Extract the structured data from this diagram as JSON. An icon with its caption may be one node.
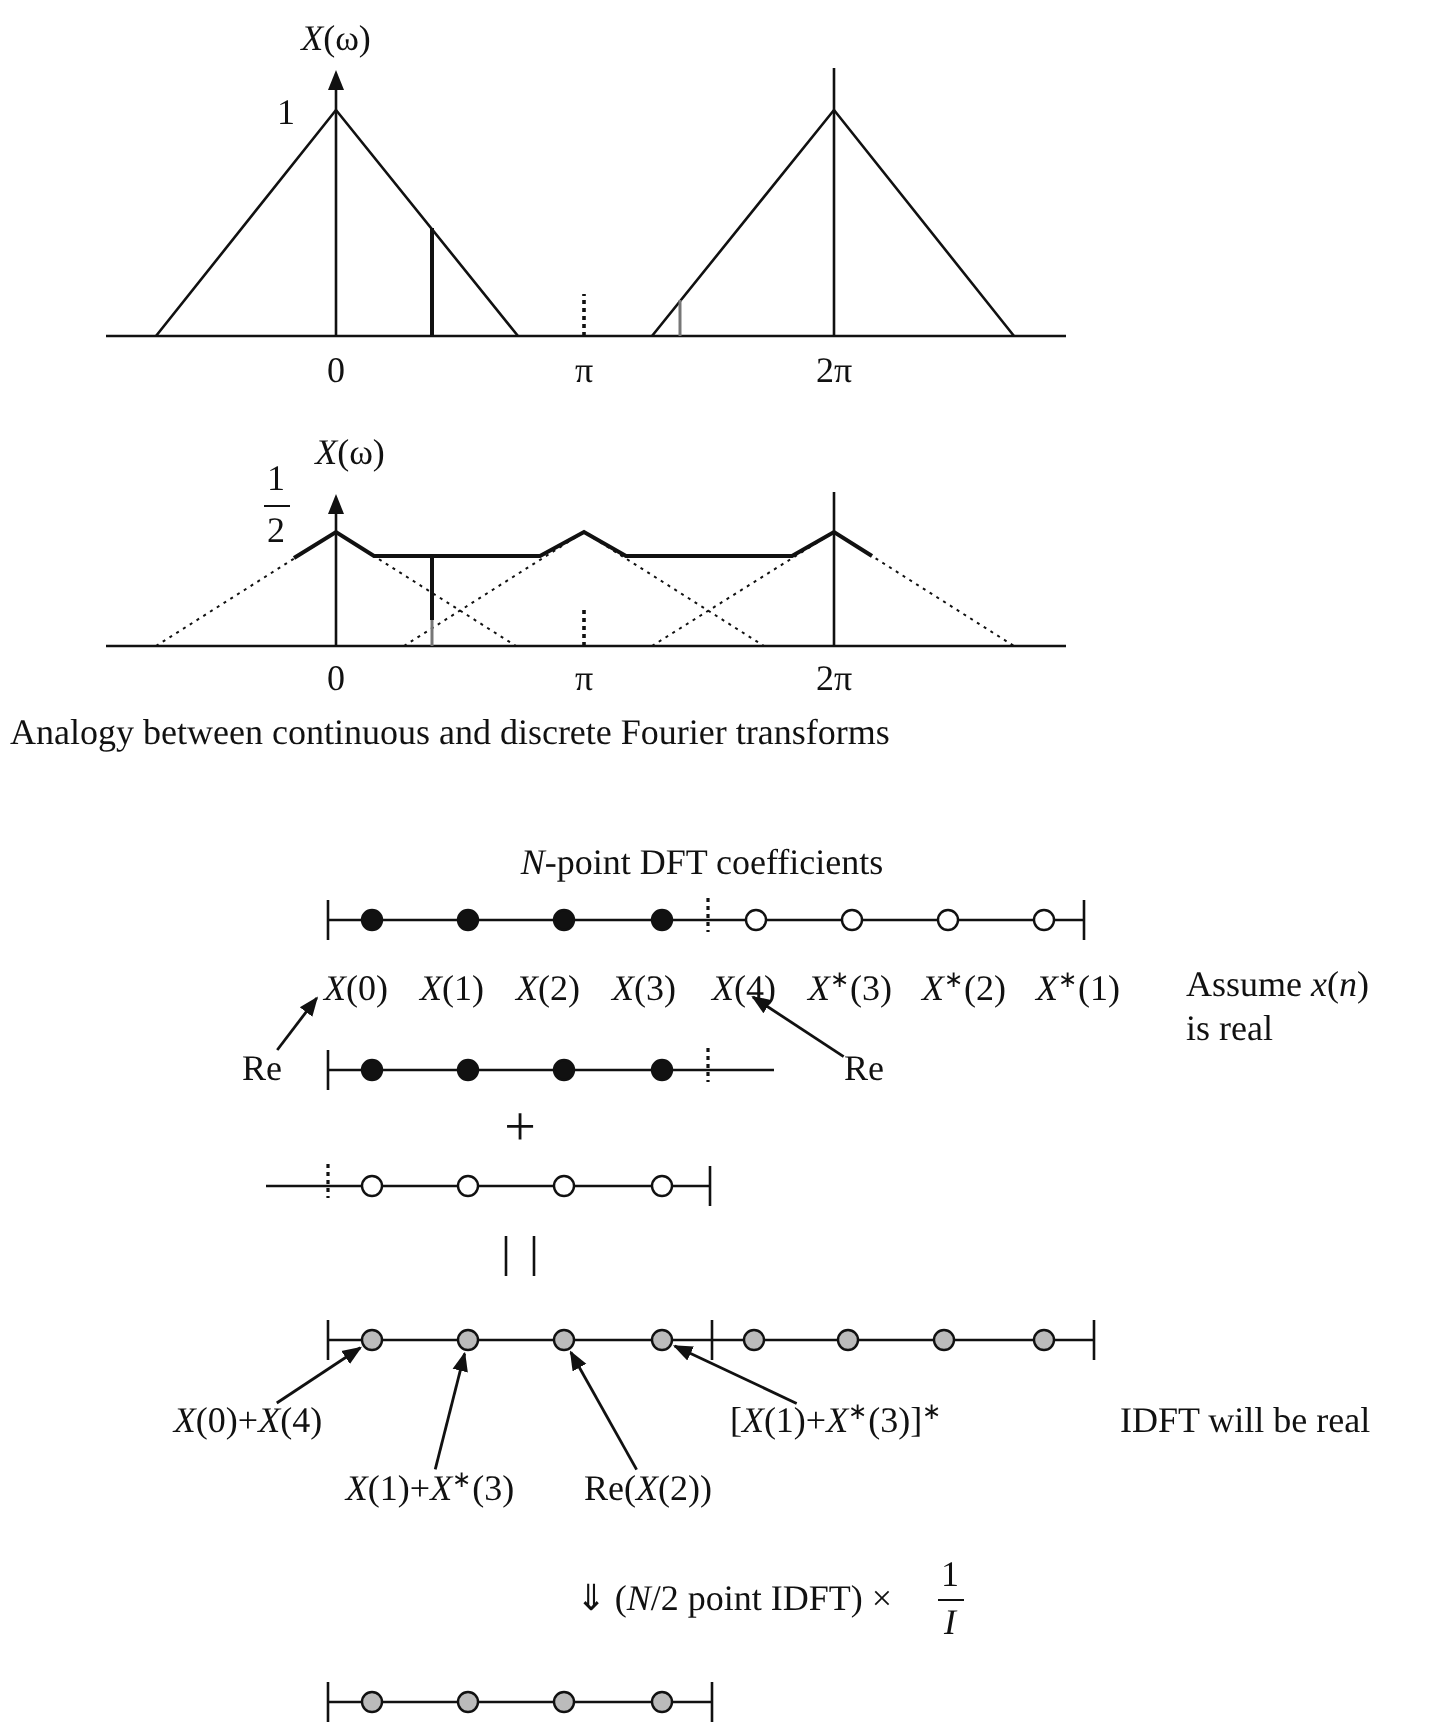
{
  "diagram": {
    "caption": "Analogy between continuous and discrete Fourier transforms",
    "nodes": [
      {
        "text": [
          "*X*(0)"
        ]
      },
      {
        "text": [
          "*X*(4)"
        ]
      },
      {
        "text": [
          "Re"
        ]
      },
      {
        "text": [
          "Re"
        ]
      },
      {
        "text": [],
        "shape": "circle"
      },
      {
        "text": [],
        "shape": "circle"
      },
      {
        "text": [],
        "shape": "circle"
      },
      {
        "text": [],
        "shape": "circle"
      },
      {
        "text": [
          "*X*(0)+*X*(4)"
        ]
      },
      {
        "text": [
          "*X*(1)+*X*$^{∗}$(3)"
        ]
      },
      {
        "text": [
          "Re(*X*(2))"
        ]
      },
      {
        "text": [
          "[*X*(1)+*X*$^{∗}$(3)]$^{∗}$"
        ]
      }
    ],
    "edges": [
      {
        "from": 2,
        "to": 0,
        "arrow": "to"
      },
      {
        "from": 3,
        "to": 1,
        "arrow": "to"
      },
      {
        "from": 8,
        "to": 4,
        "arrow": "to"
      },
      {
        "from": 9,
        "to": 5,
        "arrow": "to"
      },
      {
        "from": 10,
        "to": 6,
        "arrow": "to"
      },
      {
        "from": 11,
        "to": 7,
        "arrow": "to"
      }
    ],
    "labels": [
      "*X*(ω)",
      "1",
      "0",
      "π",
      "2π",
      "*X*(ω)",
      "1",
      "2",
      "0",
      "π",
      "2π",
      "*N*-point DFT coefficients",
      "*X*(1)",
      "*X*(2)",
      "*X*(3)",
      "*X*$^{∗}$(3)",
      "*X*$^{∗}$(2)",
      "*X*$^{∗}$(1)",
      "Assume *x*(*n*) is real",
      "+",
      "IDFT will be real",
      "⇓ (*N*/2 point IDFT) ×",
      "1",
      "*I*"
    ]
  }
}
